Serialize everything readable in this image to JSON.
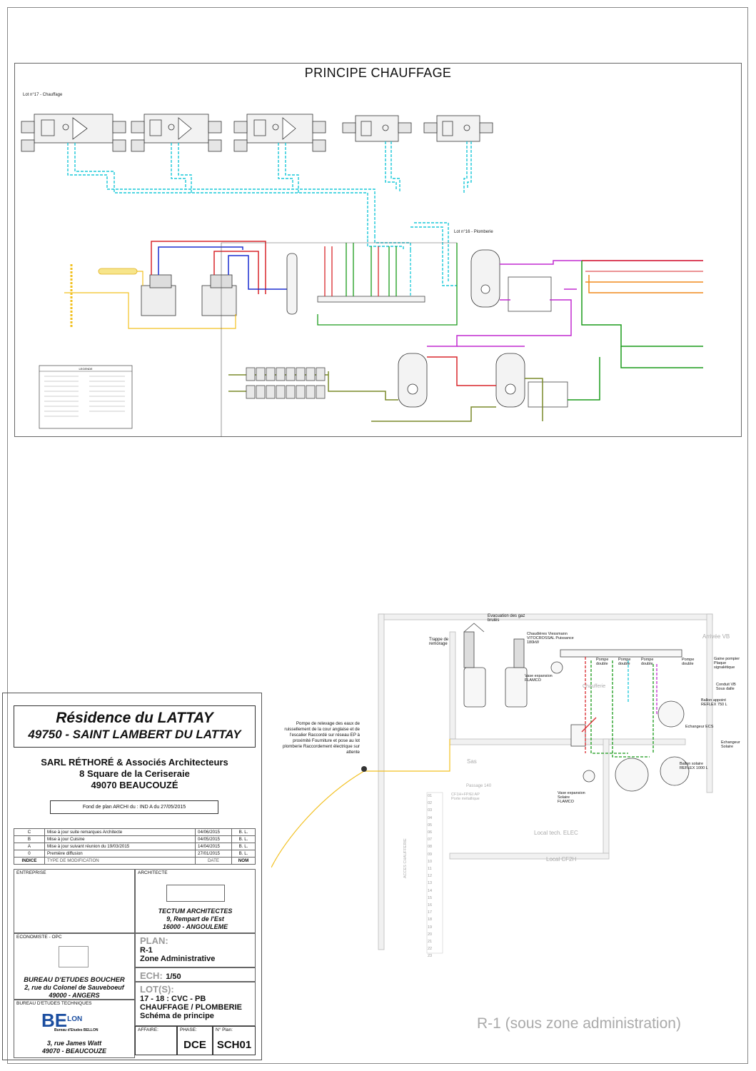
{
  "schema": {
    "title": "PRINCIPE CHAUFFAGE",
    "lot17_label": "Lot n°17 - Chauffage",
    "lot16_label": "Lot n°16 - Plomberie",
    "legend_title": "LEGENDE"
  },
  "cartouche": {
    "project_name": "Résidence du LATTAY",
    "project_location": "49750 - SAINT LAMBERT DU LATTAY",
    "architect_firm": "SARL RÉTHORÉ & Associés Architecteurs",
    "architect_address": "8 Square de la Ceriseraie",
    "architect_city": "49070 BEAUCOUZÉ",
    "fond_de_plan": "Fond de plan ARCHI du : IND A du 27/05/2015",
    "revisions": [
      {
        "indice": "C",
        "text": "Mise à jour suite remarques Architecte",
        "date": "04/06/2015",
        "nom": "B. L."
      },
      {
        "indice": "B",
        "text": "Mise à jour Cuisine",
        "date": "04/05/2015",
        "nom": "B. L."
      },
      {
        "indice": "A",
        "text": "Mise à jour suivant réunion du 19/03/2015",
        "date": "14/04/2015",
        "nom": "B. L."
      },
      {
        "indice": "0",
        "text": "Première diffusion",
        "date": "27/01/2015",
        "nom": "B. L."
      }
    ],
    "rev_header": {
      "indice": "INDICE",
      "type": "TYPE DE MODIFICATION",
      "date": "DATE",
      "nom": "NOM"
    },
    "entreprise_label": "ENTREPRISE",
    "architecte_label": "ARCHITECTE",
    "architecte_name": "TECTUM ARCHITECTES",
    "architecte_addr1": "9, Rempart de l'Est",
    "architecte_addr2": "16000 - ANGOULEME",
    "economiste_label": "ECONOMISTE - OPC",
    "economiste_name": "BUREAU D'ETUDES BOUCHER",
    "economiste_addr1": "2, rue du Colonel de Sauveboeuf",
    "economiste_addr2": "49000 - ANGERS",
    "bet_label": "BUREAU D'ETUDES TECHNIQUES",
    "bet_logo_main": "BE",
    "bet_logo_side": "LON",
    "bet_logo_caption": "Bureau d'Etudes BELLON",
    "bet_addr1": "3, rue James Watt",
    "bet_addr2": "49070 - BEAUCOUZE",
    "plan_label": "PLAN:",
    "plan_value1": "R-1",
    "plan_value2": "Zone Administrative",
    "ech_label": "ECH:",
    "ech_value": "1/50",
    "lots_label": "LOT(S):",
    "lots_value1": "17 - 18 : CVC - PB",
    "lots_value2": "CHAUFFAGE / PLOMBERIE",
    "lots_value3": "Schéma de principe",
    "affaire_label": "AFFAIRE:",
    "phase_label": "PHASE:",
    "phase_value": "DCE",
    "noplan_label": "N° Plan:",
    "noplan_value": "SCH01"
  },
  "floorplan": {
    "caption": "R-1 (sous zone administration)",
    "evacuation": "Evacuation des gaz brulés",
    "trappe": "Trappe de remorage",
    "chaudieres": "Chaudières Viessmann VITOCROSSAL Puissance 180kW",
    "vase1": "Vase expansion FLAMCO",
    "vase2": "Vase expansion Solaire FLAMCO",
    "pompe_double": "Pompe double",
    "arrivee_vb": "Arrivée VB",
    "gaine_pompier": "Gaine pompier Plaque signalétique",
    "conduit_vb": "Conduit VB Sous dalle",
    "ballon_appoint": "Ballon appoint REFLEX 750 L",
    "echangeur_ecs": "Echangeur ECS",
    "echangeur_solaire": "Echangeur Solaire",
    "ballon_solaire": "Ballon solaire REFLEX 1000 L",
    "pompe_relevage": "Pompe de relevage des eaux de ruissellement de la cour anglaise et de l'escalier Raccordé sur réseau EP à proximité Fourniture et pose au lot plomberie Raccordement électrique sur attente",
    "sas": "Sas",
    "passage": "Passage 140",
    "chaufferie": "Chaufferie",
    "local_tech": "Local tech. ELEC",
    "local_cf2h": "Local CF2H",
    "acces": "ACCES CHAUFFERIE",
    "porte": "CF1H+FP/EI AP Porte métallique",
    "stairs": [
      "01",
      "02",
      "03",
      "04",
      "05",
      "06",
      "07",
      "08",
      "09",
      "10",
      "11",
      "12",
      "13",
      "14",
      "15",
      "16",
      "17",
      "18",
      "19",
      "20",
      "21",
      "22",
      "23"
    ]
  },
  "colors": {
    "red": "#d9262b",
    "blue": "#1b2fd0",
    "cyan": "#19c8d8",
    "green": "#1a9b1a",
    "magenta": "#c22ad1",
    "orange": "#f08a1c",
    "yellow": "#f2c020",
    "olive": "#7a8a2a"
  }
}
